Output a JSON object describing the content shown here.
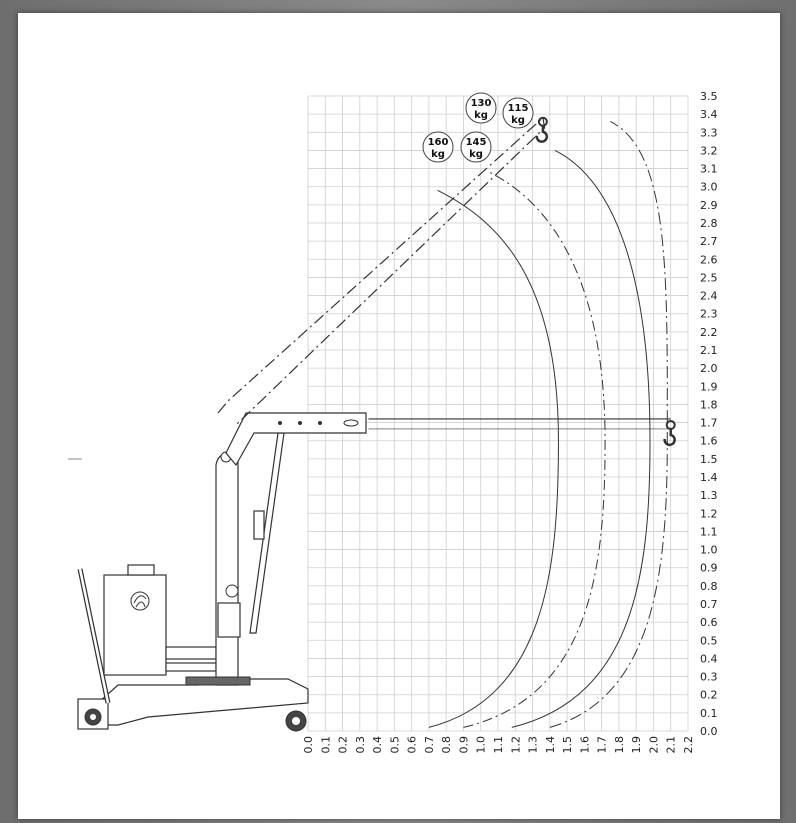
{
  "chart_data": {
    "type": "diagram",
    "title": "",
    "xlabel": "",
    "ylabel": "",
    "xlim": [
      0.0,
      2.2
    ],
    "ylim": [
      0.0,
      3.5
    ],
    "x_ticks": [
      "0.0",
      "0.1",
      "0.2",
      "0.3",
      "0.4",
      "0.5",
      "0.6",
      "0.7",
      "0.8",
      "0.9",
      "1.0",
      "1.1",
      "1.2",
      "1.3",
      "1.4",
      "1.5",
      "1.6",
      "1.7",
      "1.8",
      "1.9",
      "2.0",
      "2.1",
      "2.2"
    ],
    "y_ticks": [
      "0.0",
      "0.1",
      "0.2",
      "0.3",
      "0.4",
      "0.5",
      "0.6",
      "0.7",
      "0.8",
      "0.9",
      "1.0",
      "1.1",
      "1.2",
      "1.3",
      "1.4",
      "1.5",
      "1.6",
      "1.7",
      "1.8",
      "1.9",
      "2.0",
      "2.1",
      "2.2",
      "2.3",
      "2.4",
      "2.5",
      "2.6",
      "2.7",
      "2.8",
      "2.9",
      "3.0",
      "3.1",
      "3.2",
      "3.3",
      "3.4",
      "3.5"
    ],
    "grid": true,
    "capacities": [
      {
        "line1": "160",
        "line2": "kg",
        "reach_x": 1.45,
        "arc_end_x": 0.7,
        "max_height": 2.98
      },
      {
        "line1": "145",
        "line2": "kg",
        "reach_x": 1.72,
        "arc_end_x": 0.9,
        "max_height": 3.08
      },
      {
        "line1": "130",
        "line2": "kg",
        "reach_x": 1.98,
        "arc_end_x": 1.18,
        "max_height": 3.2
      },
      {
        "line1": "115",
        "line2": "kg",
        "reach_x": 2.08,
        "arc_end_x": 1.4,
        "max_height": 3.36
      }
    ],
    "horizontal_boom_reach": 2.1,
    "horizontal_boom_height": 1.72,
    "max_hook_height": 3.38
  },
  "colors": {
    "frame": "#7d7d7d",
    "sheet": "#ffffff",
    "grid": "#cfcfcf",
    "ink": "#333333"
  }
}
